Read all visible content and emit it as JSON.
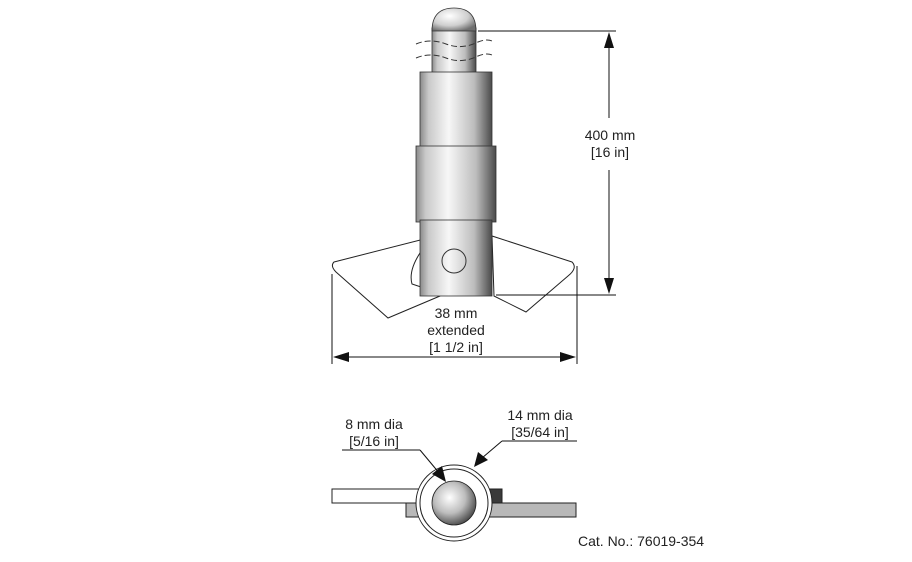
{
  "drawing": {
    "catalog_label": "Cat. No.: 76019-354",
    "height_dimension": {
      "metric": "400 mm",
      "imperial": "[16 in]"
    },
    "width_dimension": {
      "metric": "38 mm",
      "note": "extended",
      "imperial": "[1 1/2 in]"
    },
    "pin_diameter": {
      "metric": "8 mm dia",
      "imperial": "[5/16 in]"
    },
    "tube_diameter": {
      "metric": "14 mm dia",
      "imperial": "[35/64 in]"
    }
  },
  "colors": {
    "line": "#1a1a1a",
    "metal_light": "#f2f2f2",
    "metal_dark": "#6a6a6a",
    "wing_gray": "#b8b8b8",
    "wing_dark": "#3a3a3a"
  }
}
